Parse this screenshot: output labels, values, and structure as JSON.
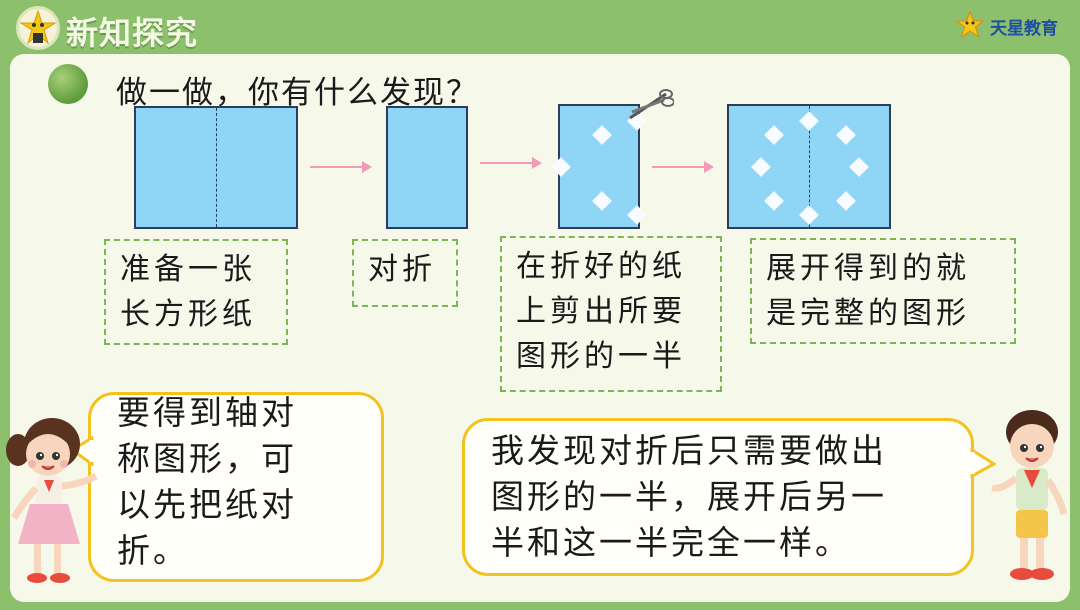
{
  "header": {
    "title": "新知探究",
    "brand": "天星教育"
  },
  "question": "做一做，你有什么发现？",
  "steps": [
    {
      "line1": "准备一张",
      "line2": "长方形纸"
    },
    {
      "line1": "对折"
    },
    {
      "line1": "在折好的纸",
      "line2": "上剪出所要",
      "line3": "图形的一半"
    },
    {
      "line1": "展开得到的就",
      "line2": "是完整的图形"
    }
  ],
  "bubble_left": {
    "line1": "要得到轴对",
    "line2": "称图形，可",
    "line3": "以先把纸对",
    "line4": "折。"
  },
  "bubble_right": {
    "line1": "我发现对折后只需要做出",
    "line2": "图形的一半，展开后另一",
    "line3": "半和这一半完全一样。"
  },
  "colors": {
    "paper": "#8fd5f5",
    "arrow": "#f29ab6",
    "dash_border": "#7cb55a",
    "bubble_border": "#f2c21e",
    "header_bg": "#8cc06c"
  }
}
